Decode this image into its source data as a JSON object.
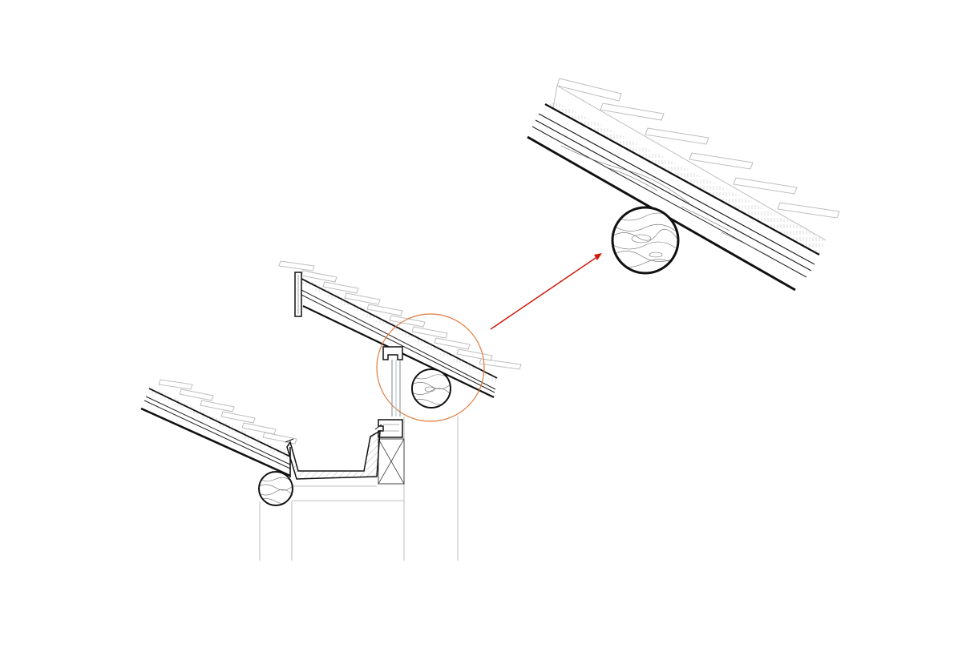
{
  "drawing": {
    "title": "",
    "colors": {
      "background": "#ffffff",
      "linework": "#111111",
      "light_linework": "#bdbdbd",
      "detail_circle": "#e07a3c",
      "pointer_arrow": "#d01a0a"
    },
    "components": [
      "upper-roof-section",
      "lower-roof-section",
      "box-gutter",
      "round-timber-purlin",
      "clerestory-window-frame",
      "detail-callout-circle",
      "enlarged-detail-view"
    ]
  }
}
